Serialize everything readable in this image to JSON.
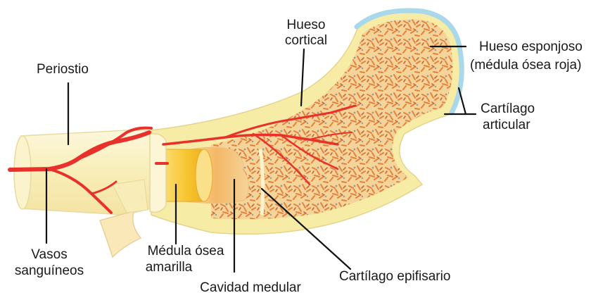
{
  "labels": {
    "periostio": "Periostio",
    "hueso_cortical_1": "Hueso",
    "hueso_cortical_2": "cortical",
    "hueso_esponjoso_1": "Hueso esponjoso",
    "hueso_esponjoso_2": "(médula ósea roja)",
    "cartilago_articular_1": "Cartílago",
    "cartilago_articular_2": "articular",
    "cartilago_epifisario": "Cartílago epifisario",
    "cavidad_medular": "Cavidad medular",
    "medula_amarilla_1": "Médula ósea",
    "medula_amarilla_2": "amarilla",
    "vasos_1": "Vasos",
    "vasos_2": "sanguíneos"
  },
  "colors": {
    "periosteum": "#fbf3cc",
    "cortical_bone": "#f6e99a",
    "spongy_bone": "#f3c98a",
    "red_marrow_fleck": "#e0703c",
    "yellow_marrow": "#f7c531",
    "articular_cartilage": "#a9d8ea",
    "blood_vessel": "#e8312b",
    "leader_line": "#111111"
  }
}
